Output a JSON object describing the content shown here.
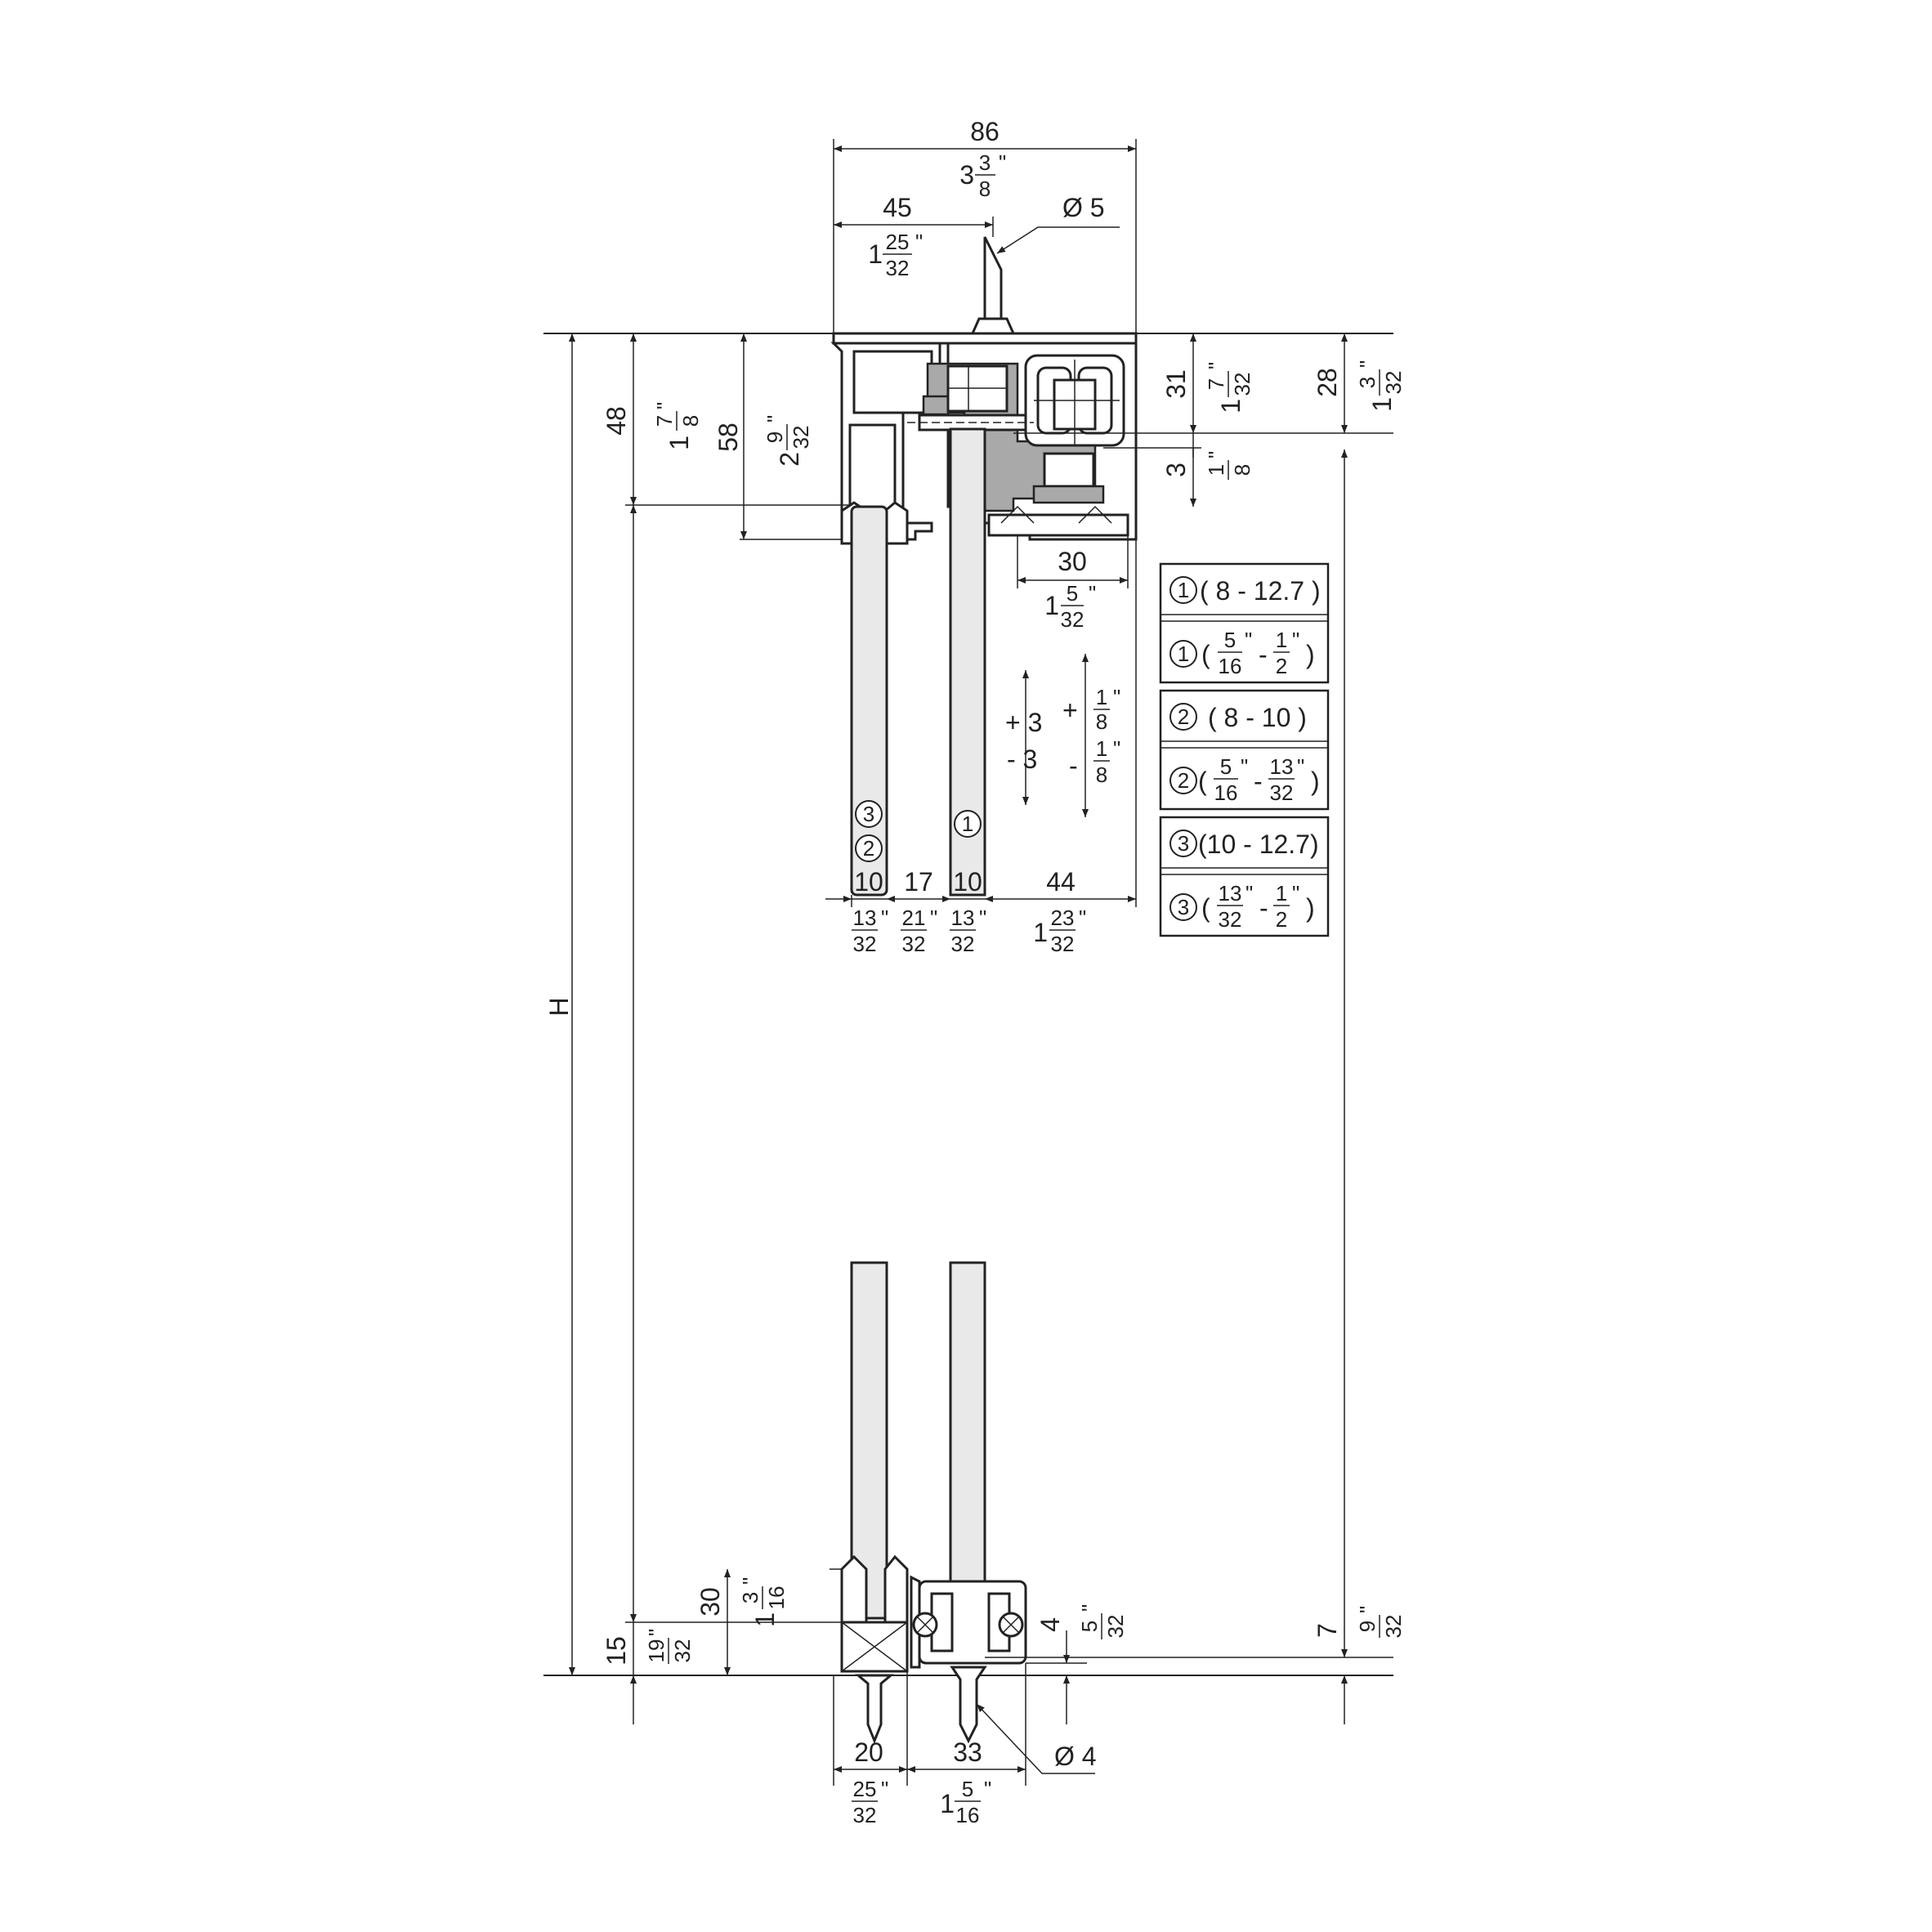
{
  "dimensions": {
    "total_width": "86",
    "total_width_in_whole": "3",
    "total_width_in_num": "3",
    "total_width_in_den": "8",
    "screw_offset": "45",
    "screw_offset_in_whole": "1",
    "screw_offset_in_num": "25",
    "screw_offset_in_den": "32",
    "screw_top_dia": "Ø 5",
    "left_48": "48",
    "left_48_in_whole": "1",
    "left_48_in_num": "7",
    "left_48_in_den": "8",
    "left_58": "58",
    "left_58_in_whole": "2",
    "left_58_in_num": "9",
    "left_58_in_den": "32",
    "height_label": "H",
    "right_31": "31",
    "right_31_in_whole": "1",
    "right_31_in_num": "7",
    "right_31_in_den": "32",
    "right_3": "3",
    "right_3_in_num": "1",
    "right_3_in_den": "8",
    "right_28": "28",
    "right_28_in_whole": "1",
    "right_28_in_num": "3",
    "right_28_in_den": "32",
    "rail_30": "30",
    "rail_30_in_whole": "1",
    "rail_30_in_num": "5",
    "rail_30_in_den": "32",
    "adj_plus": "+ 3",
    "adj_minus": "- 3",
    "adj_plus_in_sign": "+",
    "adj_plus_in_num": "1",
    "adj_plus_in_den": "8",
    "adj_minus_in_sign": "-",
    "adj_minus_in_num": "1",
    "adj_minus_in_den": "8",
    "row_10a": "10",
    "row_10a_in_num": "13",
    "row_10a_in_den": "32",
    "row_17": "17",
    "row_17_in_num": "21",
    "row_17_in_den": "32",
    "row_10b": "10",
    "row_10b_in_num": "13",
    "row_10b_in_den": "32",
    "row_44": "44",
    "row_44_in_whole": "1",
    "row_44_in_num": "23",
    "row_44_in_den": "32",
    "bottom_30": "30",
    "bottom_30_in_whole": "1",
    "bottom_30_in_num": "3",
    "bottom_30_in_den": "16",
    "bottom_15": "15",
    "bottom_15_in_num": "19",
    "bottom_15_in_den": "32",
    "bottom_4": "4",
    "bottom_4_in_num": "5",
    "bottom_4_in_den": "32",
    "bottom_7": "7",
    "bottom_7_in_num": "9",
    "bottom_7_in_den": "32",
    "bottom_20": "20",
    "bottom_20_in_num": "25",
    "bottom_20_in_den": "32",
    "bottom_33": "33",
    "bottom_33_in_whole": "1",
    "bottom_33_in_num": "5",
    "bottom_33_in_den": "16",
    "screw_bottom_dia": "Ø 4"
  },
  "markers": {
    "panel_left_3": "3",
    "panel_left_2": "2",
    "panel_right_1": "1"
  },
  "legend": {
    "r1_mm": {
      "num": "1",
      "text": "( 8 - 12.7 )"
    },
    "r1_in": {
      "num": "1",
      "open": "(",
      "a_num": "5",
      "a_den": "16",
      "sep": "-",
      "b_num": "1",
      "b_den": "2",
      "close": ")"
    },
    "r2_mm": {
      "num": "2",
      "text": "( 8 - 10 )"
    },
    "r2_in": {
      "num": "2",
      "open": "(",
      "a_num": "5",
      "a_den": "16",
      "sep": "-",
      "b_num": "13",
      "b_den": "32",
      "close": ")"
    },
    "r3_mm": {
      "num": "3",
      "text": "(10 - 12.7)"
    },
    "r3_in": {
      "num": "3",
      "open": "(",
      "a_num": "13",
      "a_den": "32",
      "sep": "-",
      "b_num": "1",
      "b_den": "2",
      "close": ")"
    }
  },
  "unit_inch": "\""
}
